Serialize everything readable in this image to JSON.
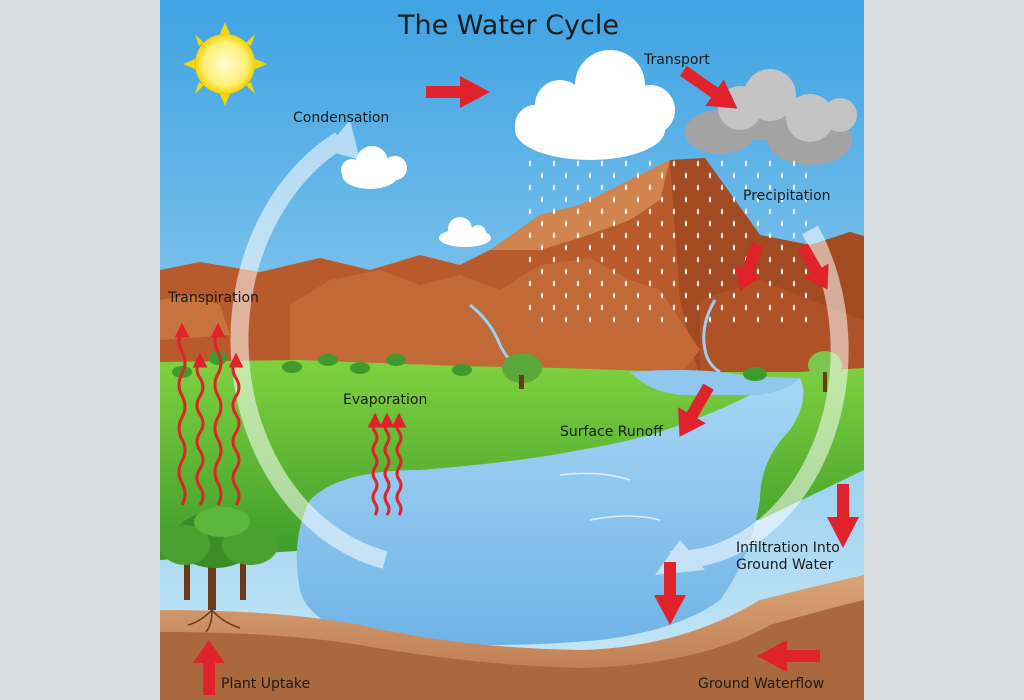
{
  "diagram": {
    "title": "The Water Cycle",
    "labels": {
      "condensation": "Condensation",
      "transport": "Transport",
      "precipitation": "Precipitation",
      "transpiration": "Transpiration",
      "evaporation": "Evaporation",
      "surface_runoff": "Surface Runoff",
      "infiltration_line1": "Infiltration Into",
      "infiltration_line2": "Ground Water",
      "plant_uptake": "Plant Uptake",
      "ground_waterflow": "Ground Waterflow"
    },
    "colors": {
      "sky_top": "#3fa3e3",
      "sky_bottom": "#cbe9f7",
      "mountain": "#b4552a",
      "grass": "#5cbf34",
      "water": "#8fc7ef",
      "ground": "#c98d60",
      "arrow": "#e0222a"
    }
  }
}
